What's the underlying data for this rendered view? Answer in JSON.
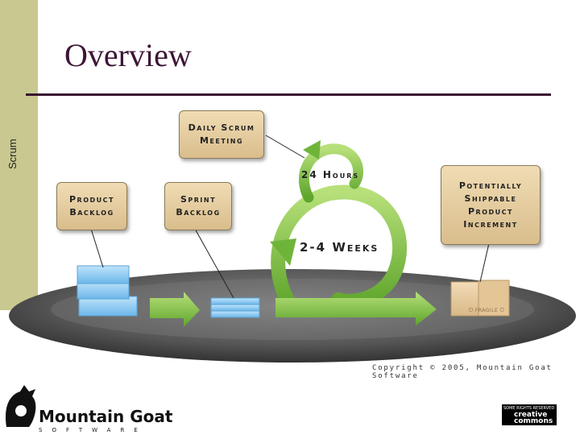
{
  "slide": {
    "section": "Scrum",
    "title": "Overview"
  },
  "diagram": {
    "boxes": {
      "daily_scrum": "Daily Scrum\nMeeting",
      "product_backlog": "Product\nBacklog",
      "sprint_backlog": "Sprint\nBacklog",
      "increment": "Potentially\nShippable\nProduct\nIncrement"
    },
    "cycle_labels": {
      "daily": "24 Hours",
      "sprint": "2-4 Weeks"
    },
    "box_stamp": "ᗜ FRAGILE ᗜ",
    "copyright": "Copyright © 2005, Mountain Goat Software"
  },
  "footer": {
    "logo_name": "Mountain Goat",
    "logo_sub": "SOFTWARE",
    "license_top": "SOME RIGHTS RESERVED",
    "license_main": "creative commons"
  },
  "colors": {
    "title": "#3d1636",
    "sidebar": "#c8c890",
    "arrow": "#7dc242",
    "platform": "#5a5a5a"
  }
}
